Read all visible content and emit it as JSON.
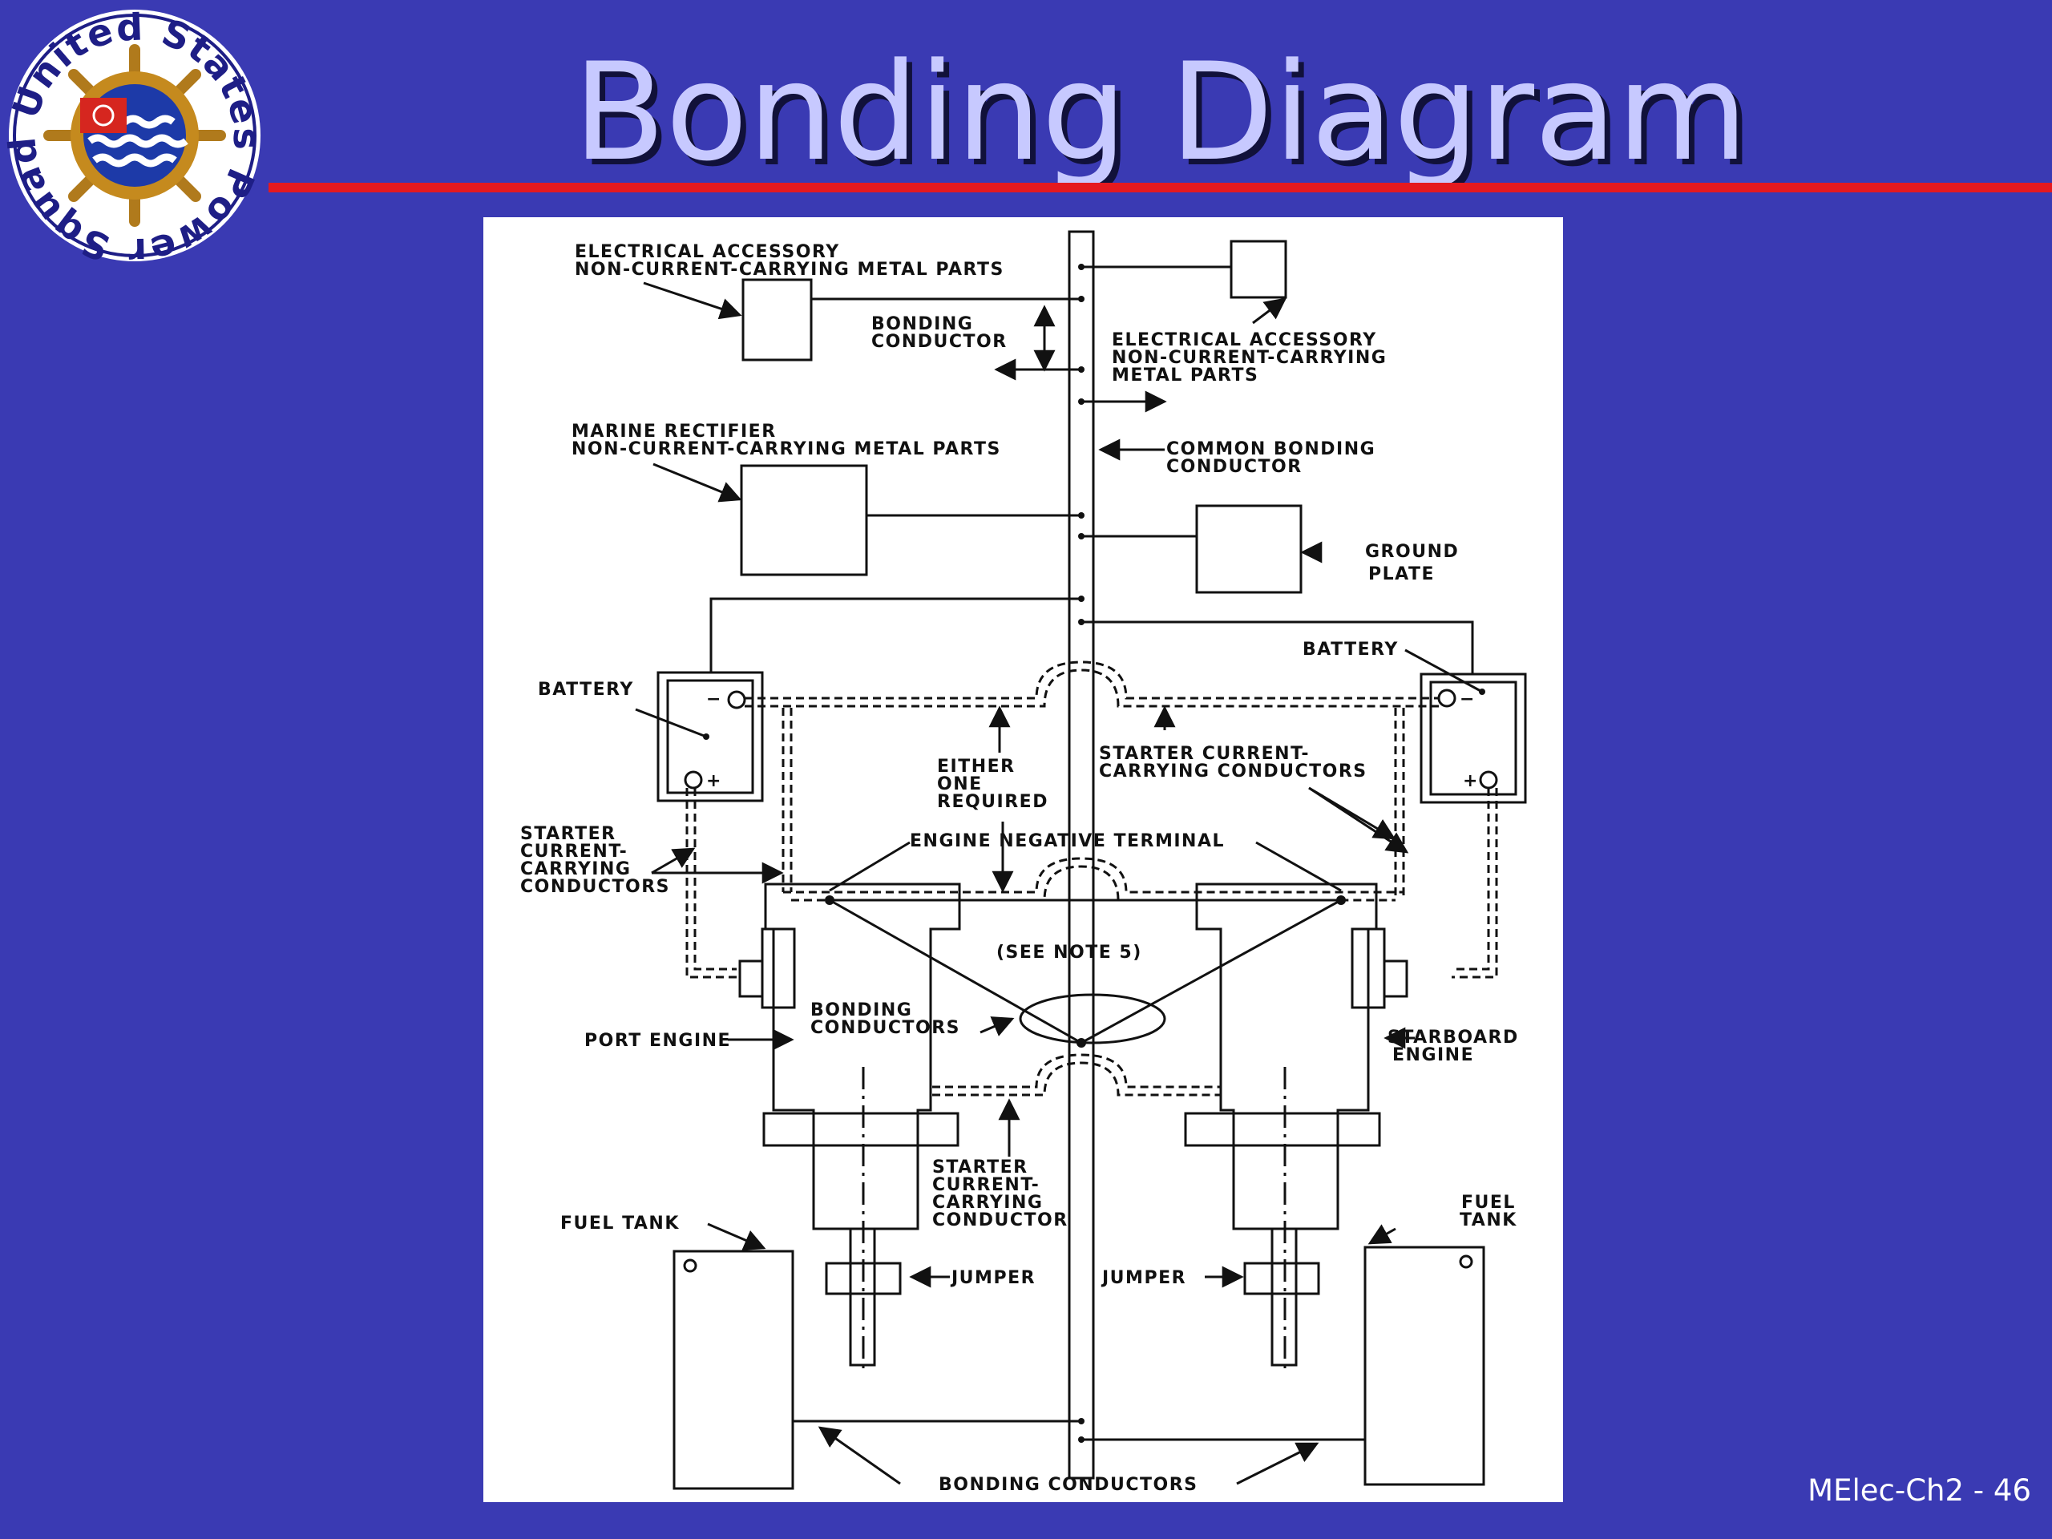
{
  "slide": {
    "title": "Bonding Diagram",
    "slide_number": "MElec-Ch2 - 46",
    "logo_text": "United States Power Squadrons"
  },
  "colors": {
    "background": "#3a3ab3",
    "title": "#c7c9ff",
    "rule": "#e5191f",
    "panel": "#ffffff",
    "ink": "#111111"
  },
  "diagram": {
    "labels": {
      "elec_acc_left_1": "ELECTRICAL ACCESSORY",
      "elec_acc_left_2": "NON-CURRENT-CARRYING METAL PARTS",
      "bonding_conductor_1": "BONDING",
      "bonding_conductor_2": "CONDUCTOR",
      "elec_acc_right_1": "ELECTRICAL ACCESSORY",
      "elec_acc_right_2": "NON-CURRENT-CARRYING",
      "elec_acc_right_3": "METAL PARTS",
      "marine_rect_1": "MARINE RECTIFIER",
      "marine_rect_2": "NON-CURRENT-CARRYING METAL PARTS",
      "common_bonding_1": "COMMON BONDING",
      "common_bonding_2": "CONDUCTOR",
      "ground_plate_1": "GROUND",
      "ground_plate_2": "PLATE",
      "battery_right": "BATTERY",
      "battery_left": "BATTERY",
      "either_1": "EITHER",
      "either_2": "ONE",
      "either_3": "REQUIRED",
      "starter_right_1": "STARTER CURRENT-",
      "starter_right_2": "CARRYING CONDUCTORS",
      "starter_left_1": "STARTER",
      "starter_left_2": "CURRENT-",
      "starter_left_3": "CARRYING",
      "starter_left_4": "CONDUCTORS",
      "engine_neg": "ENGINE NEGATIVE TERMINAL",
      "see_note": "(SEE NOTE 5)",
      "bonding_conductors_1": "BONDING",
      "bonding_conductors_2": "CONDUCTORS",
      "port_engine": "PORT ENGINE",
      "starboard_1": "STARBOARD",
      "starboard_2": "ENGINE",
      "starter_bottom_1": "STARTER",
      "starter_bottom_2": "CURRENT-",
      "starter_bottom_3": "CARRYING",
      "starter_bottom_4": "CONDUCTOR",
      "fuel_tank_left": "FUEL TANK",
      "fuel_tank_right_1": "FUEL",
      "fuel_tank_right_2": "TANK",
      "jumper_left": "JUMPER",
      "jumper_right": "JUMPER",
      "bonding_conductors_bottom": "BONDING CONDUCTORS",
      "minus": "−",
      "plus": "+"
    }
  }
}
